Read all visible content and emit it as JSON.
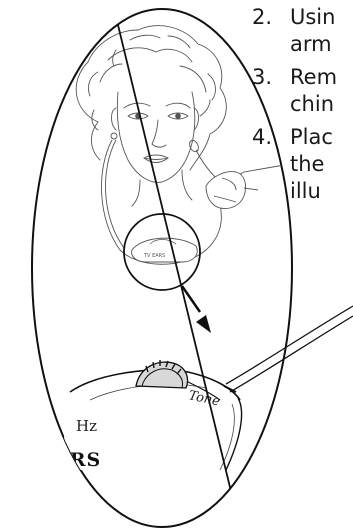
{
  "steps": [
    {
      "number": "2.",
      "lines": [
        "Usin",
        "arm"
      ]
    },
    {
      "number": "3.",
      "lines": [
        "Rem",
        "chin"
      ]
    },
    {
      "number": "4.",
      "lines": [
        "Plac",
        "the",
        "illu"
      ]
    }
  ],
  "illustration": {
    "device_label": "TV EARS",
    "control_label": "Tone",
    "frequency_fragment": "Hz",
    "brand_fragment": "ARS"
  }
}
